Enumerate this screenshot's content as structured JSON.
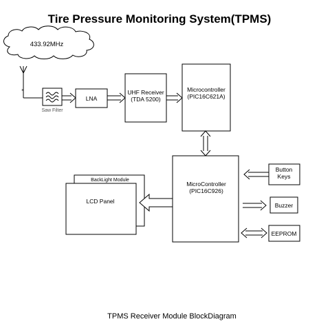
{
  "title": "Tire Pressure Monitoring System(TPMS)",
  "frequency": "433.92MHz",
  "blocks": {
    "saw_filter": "Saw Filter",
    "lna": "LNA",
    "uhf_receiver": [
      "UHF Receiver",
      "(TDA 5200)"
    ],
    "mcu1": [
      "Microcontroller",
      "(PIC16C621A)"
    ],
    "mcu2": [
      "MicroController",
      "(PIC16C926)"
    ],
    "backlight": "BackLight Module",
    "lcd": "LCD Panel",
    "button_keys": [
      "Button",
      "Keys"
    ],
    "buzzer": "Buzzer",
    "eeprom": "EEPROM"
  },
  "caption": "TPMS Receiver Module BlockDiagram"
}
